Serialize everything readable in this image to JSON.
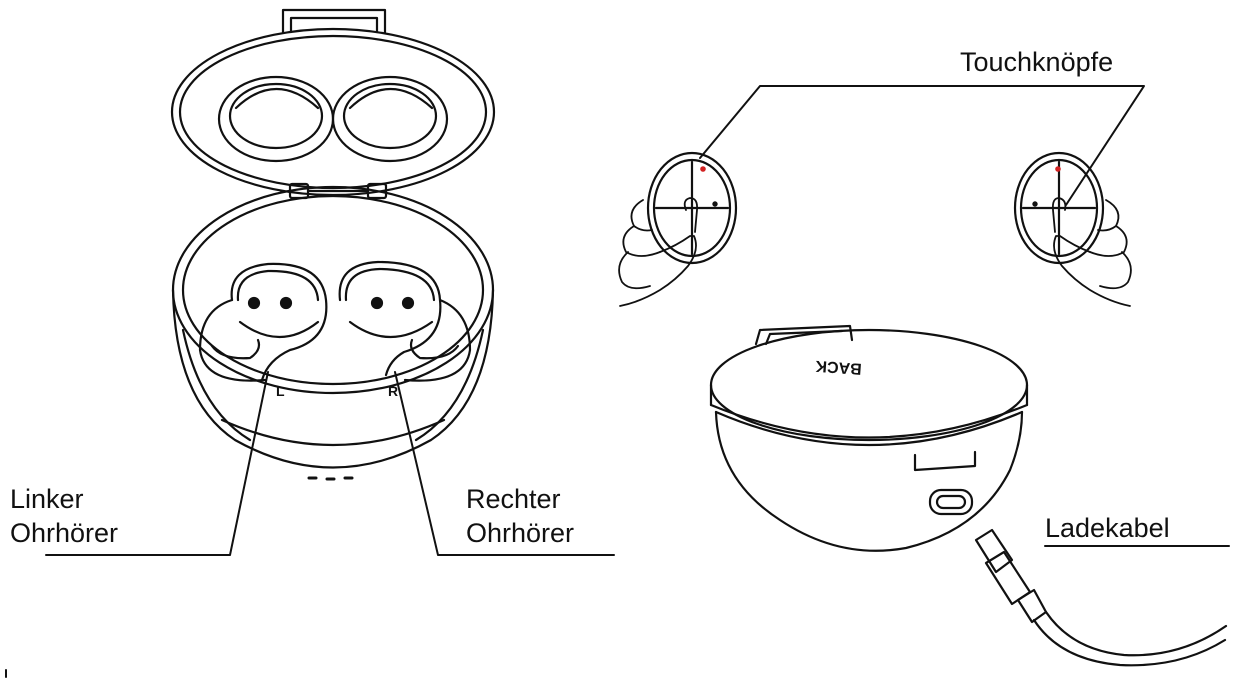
{
  "labels": {
    "touch_buttons": "Touchknöpfe",
    "left_earbud": [
      "Linker",
      "Ohrhörer"
    ],
    "right_earbud": [
      "Rechter",
      "Ohrhörer"
    ],
    "charging_cable": "Ladekabel"
  },
  "case_marks": {
    "left": "L",
    "right": "R",
    "lid_brand": "BACK"
  },
  "colors": {
    "line": "#111111",
    "indicator": "#d22222",
    "background": "#ffffff"
  }
}
